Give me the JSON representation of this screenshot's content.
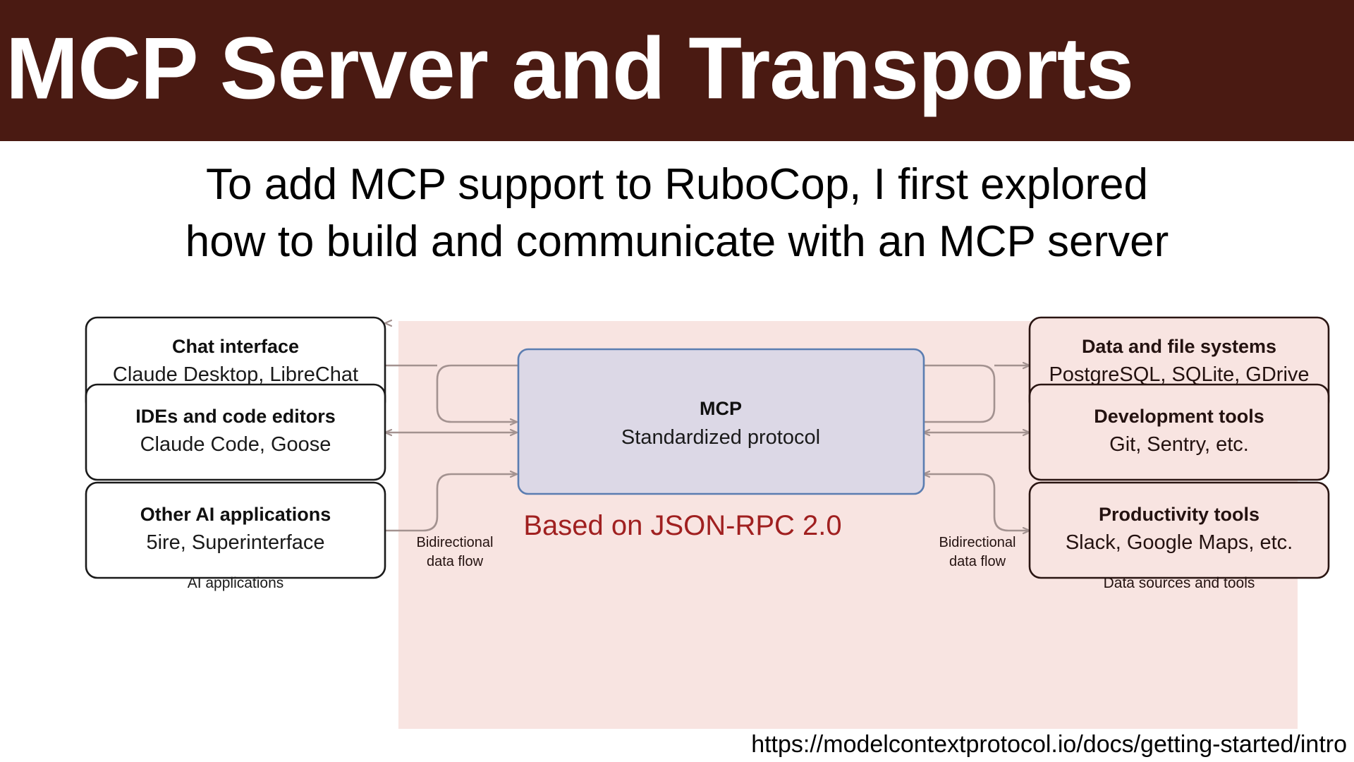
{
  "header": {
    "title": "MCP Server and Transports",
    "bar_color": "#4a1a12",
    "title_color": "#ffffff"
  },
  "subtitle": {
    "text": "To add MCP support to RuboCop, I first explored\nhow to build and communicate with an MCP server",
    "color": "#000000"
  },
  "diagram": {
    "panel_color": "#f8e4e1",
    "left_group_label": "AI applications",
    "right_group_label": "Data sources and tools",
    "flow_label_left": "Bidirectional\ndata flow",
    "flow_label_left_line1": "Bidirectional",
    "flow_label_left_line2": "data flow",
    "flow_label_right_line1": "Bidirectional",
    "flow_label_right_line2": "data flow",
    "jsonrpc_note": "Based on JSON-RPC 2.0",
    "jsonrpc_color": "#a02020",
    "arrow_color": "#a39290",
    "center": {
      "title": "MCP",
      "subtitle": "Standardized protocol",
      "fill": "#dcd8e6",
      "stroke": "#5b7db1"
    },
    "left_nodes": [
      {
        "title": "Chat interface",
        "subtitle": "Claude Desktop, LibreChat",
        "fill": "#ffffff",
        "stroke": "#1a1a1a"
      },
      {
        "title": "IDEs and code editors",
        "subtitle": "Claude Code, Goose",
        "fill": "#ffffff",
        "stroke": "#1a1a1a"
      },
      {
        "title": "Other AI applications",
        "subtitle": "5ire, Superinterface",
        "fill": "#ffffff",
        "stroke": "#1a1a1a"
      }
    ],
    "right_nodes": [
      {
        "title": "Data and file systems",
        "subtitle": "PostgreSQL, SQLite, GDrive",
        "fill": "#f8e4e1",
        "stroke": "#2a1512"
      },
      {
        "title": "Development tools",
        "subtitle": "Git, Sentry, etc.",
        "fill": "#f8e4e1",
        "stroke": "#2a1512"
      },
      {
        "title": "Productivity tools",
        "subtitle": "Slack, Google Maps, etc.",
        "fill": "#f8e4e1",
        "stroke": "#2a1512"
      }
    ]
  },
  "footer": {
    "url": "https://modelcontextprotocol.io/docs/getting-started/intro"
  }
}
